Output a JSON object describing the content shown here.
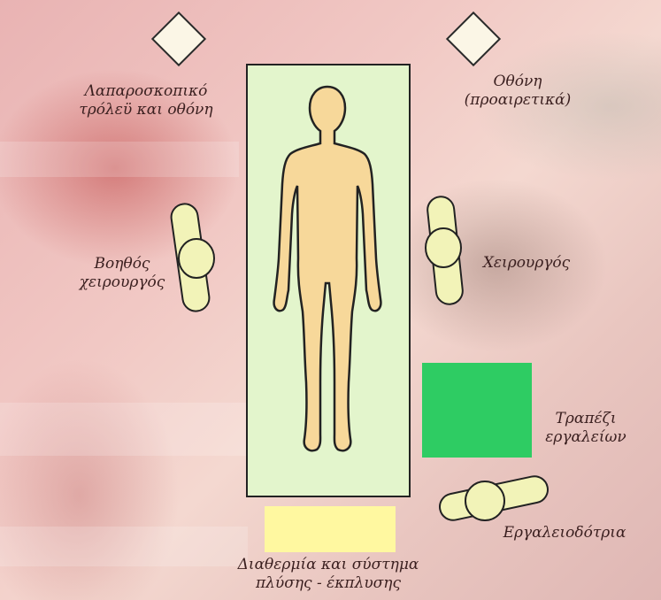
{
  "labels": {
    "laparoscopic_trolley": [
      "Λαπαροσκοπικό",
      "τρόλεϋ και οθόνη"
    ],
    "monitor_optional": [
      "Οθόνη",
      "(προαιρετικά)"
    ],
    "assistant_surgeon": [
      "Βοηθός",
      "χειρουργός"
    ],
    "surgeon": "Χειρουργός",
    "instrument_table": [
      "Τραπέζι",
      "εργαλείων"
    ],
    "scrub_nurse": "Εργαλειοδότρια",
    "diathermy_suction": [
      "Διαθερμία και σύστημα",
      "πλύσης - έκπλυσης"
    ]
  },
  "colors": {
    "operating_table": "#e3f5cc",
    "patient_body": "#f7d89a",
    "person_marker": "#f2f3b8",
    "instrument_table": "#2ecc63",
    "diathermy_unit": "#fff8a0",
    "screen_marker": "#fbf6e6"
  },
  "icons": {
    "trolley": "diamond-icon",
    "monitor": "diamond-icon",
    "staff": "person-topview-icon",
    "patient": "human-figure-icon"
  }
}
